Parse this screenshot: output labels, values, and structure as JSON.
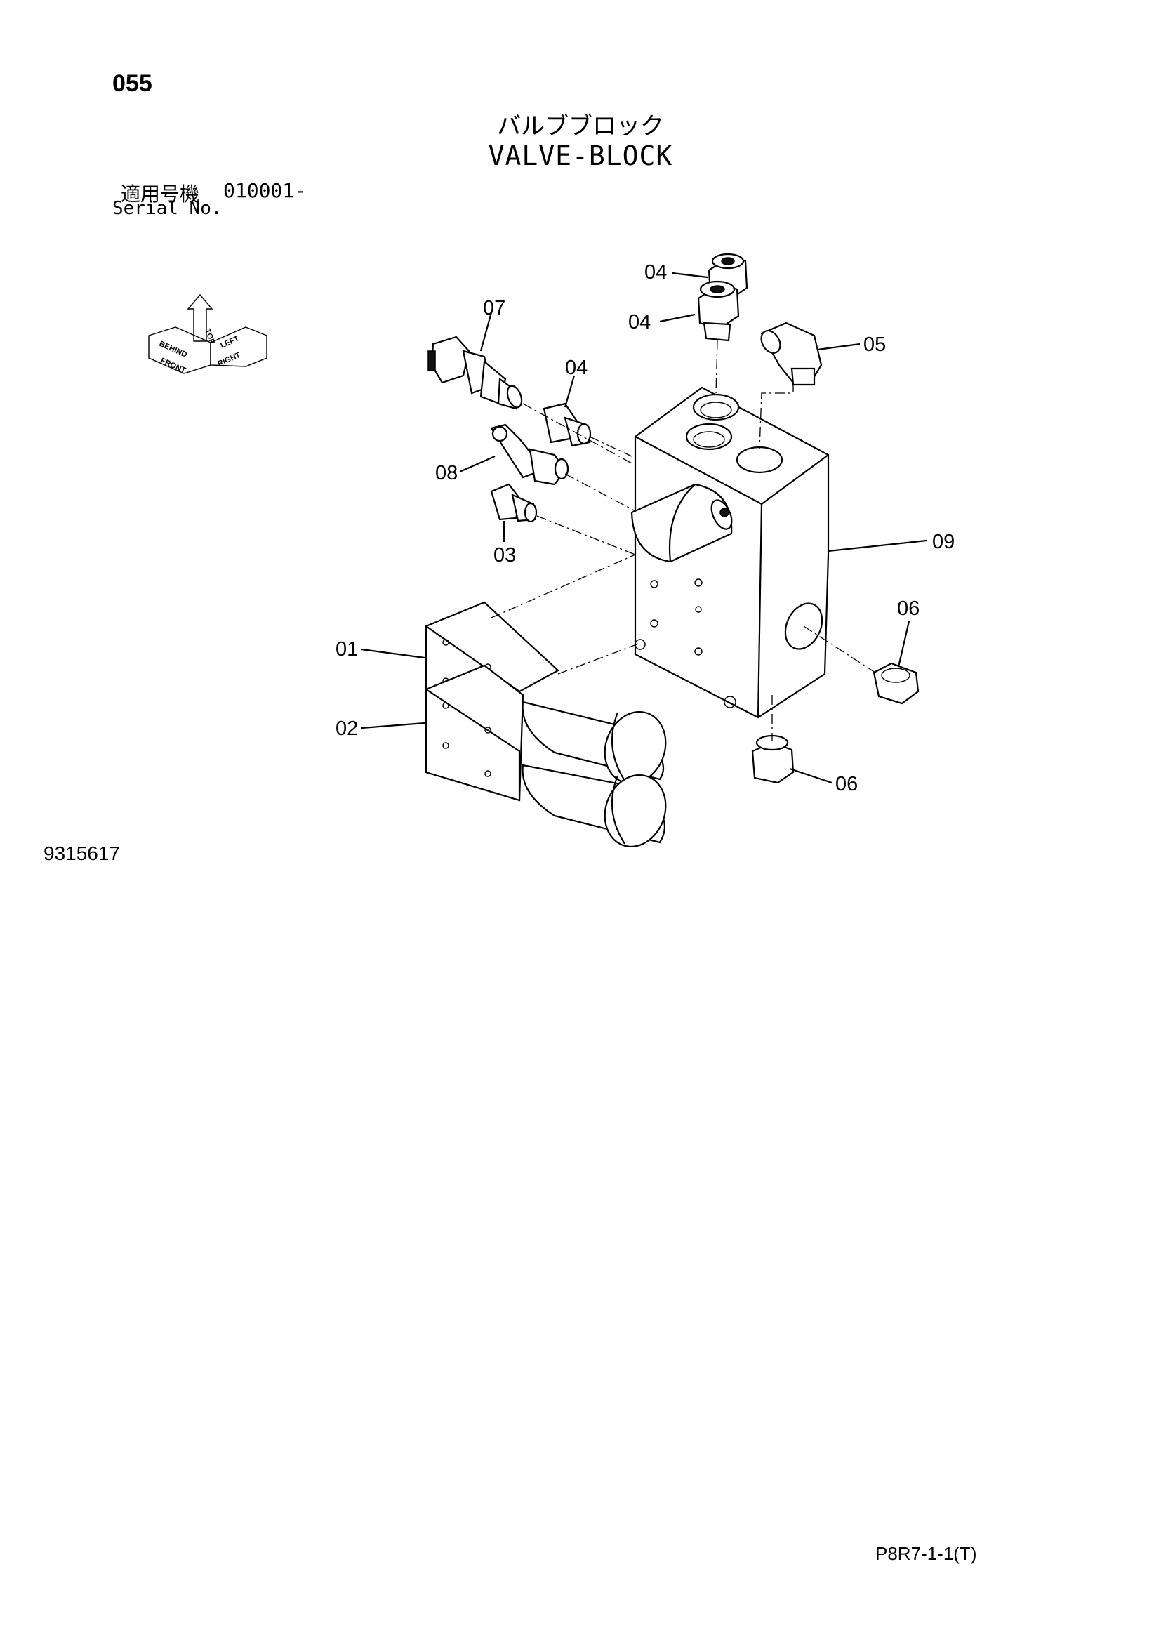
{
  "page": {
    "number": "055",
    "title_jp": "バルブブロック",
    "title_en": "VALVE-BLOCK",
    "serial_label_jp": "適用号機",
    "serial_value": "010001-",
    "serial_label_en": "Serial No.",
    "drawing_number": "9315617",
    "footer_code": "P8R7-1-1(T)"
  },
  "orientation_arrows": {
    "labels": [
      "FRONT",
      "BEHIND",
      "TOP",
      "RIGHT",
      "LEFT"
    ]
  },
  "callouts": [
    {
      "id": "04a",
      "label": "04"
    },
    {
      "id": "04b",
      "label": "04"
    },
    {
      "id": "07",
      "label": "07"
    },
    {
      "id": "04c",
      "label": "04"
    },
    {
      "id": "05",
      "label": "05"
    },
    {
      "id": "08",
      "label": "08"
    },
    {
      "id": "03",
      "label": "03"
    },
    {
      "id": "09",
      "label": "09"
    },
    {
      "id": "06a",
      "label": "06"
    },
    {
      "id": "01",
      "label": "01"
    },
    {
      "id": "02",
      "label": "02"
    },
    {
      "id": "06b",
      "label": "06"
    }
  ]
}
